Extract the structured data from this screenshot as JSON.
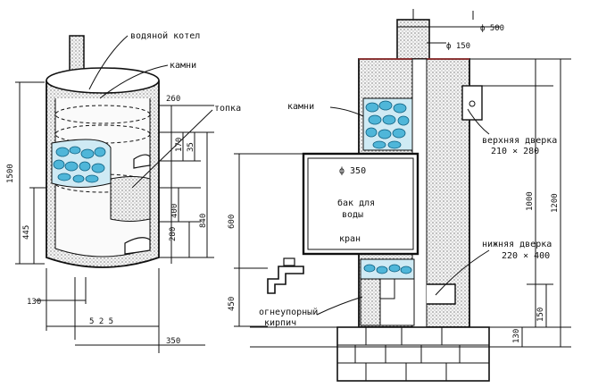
{
  "left_labels": {
    "boiler": "водяной котел",
    "stones": "камни",
    "firebox": "топка"
  },
  "left_dims": {
    "d1500": "1500",
    "d445": "445",
    "d260": "260",
    "d170": "170",
    "d35": "35",
    "d840": "840",
    "d400": "400",
    "d280": "280",
    "d130": "130",
    "d525": "5 2 5",
    "d350": "350"
  },
  "right_labels": {
    "stones": "камни",
    "upper_door": "верхняя дверка",
    "upper_door_size": "210 × 280",
    "phi350": "ф 350",
    "tank1": "бак для",
    "tank2": "воды",
    "tap": "кран",
    "lower_door": "нижняя дверка",
    "lower_door_size": "220 × 400",
    "fire_brick1": "огнеупорный",
    "fire_brick2": "кирпич"
  },
  "right_dims": {
    "phi500": "ф 500",
    "phi150": "ф 150",
    "d600": "600",
    "d450": "450",
    "d1000": "1000",
    "d1200": "1200",
    "d150": "150",
    "d130": "130"
  }
}
